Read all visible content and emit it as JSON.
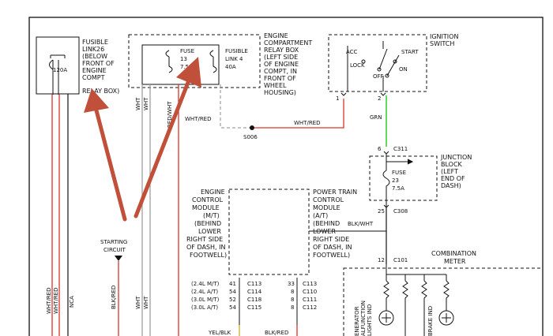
{
  "fusible_link_26": {
    "label": [
      "FUSIBLE",
      "LINK26",
      "(BELOW",
      "FRONT OF",
      "ENGINE",
      "COMPT",
      "RELAY BOX)"
    ],
    "rating": "120A"
  },
  "relay_box": {
    "label": [
      "ENGINE",
      "COMPARTMENT",
      "RELAY BOX",
      "(LEFT SIDE",
      "OF ENGINE",
      "COMPT, IN",
      "FRONT OF",
      "WHEEL",
      "HOUSING)"
    ],
    "fuse13": [
      "FUSE",
      "13",
      "7.5A"
    ],
    "link4": [
      "FUSIBLE",
      "LINK 4",
      "40A"
    ]
  },
  "ignition_switch": {
    "label": [
      "IGNITION",
      "SWITCH"
    ],
    "positions": {
      "acc": "ACC",
      "lock": "LOCK",
      "start": "START",
      "off": "OFF",
      "on": "ON"
    },
    "pins": [
      "1",
      "2"
    ]
  },
  "wires": {
    "wht": "WHT",
    "red_wht": "RED/WHT",
    "wht_red": "WHT/RED",
    "grn": "GRN",
    "blk_wht": "BLK/WHT",
    "wht_red_2": "WHT/RED",
    "nca": "NCA",
    "blk_red": "BLK/RED",
    "yel_blk": "YEL/BLK"
  },
  "splice": "S006",
  "junction_block": {
    "label": [
      "JUNCTION",
      "BLOCK",
      "(LEFT",
      "END OF",
      "DASH)"
    ],
    "fuse23": [
      "FUSE",
      "23",
      "7.5A"
    ],
    "pin_top": "6",
    "conn_top": "C311",
    "pin_bottom": "25",
    "conn_bottom": "C308"
  },
  "ecm": {
    "label": [
      "ENGINE",
      "CONTROL",
      "MODULE",
      "(M/T)",
      "(BEHIND",
      "LOWER",
      "RIGHT SIDE",
      "OF DASH, IN",
      "FOOTWELL)"
    ]
  },
  "pcm": {
    "label": [
      "POWER TRAIN",
      "CONTROL",
      "MODULE",
      "(A/T)",
      "(BEHIND",
      "LOWER",
      "RIGHT SIDE",
      "OF DASH, IN",
      "FOOTWELL)"
    ]
  },
  "pin_table": [
    {
      "variant": "(2.4L M/T)",
      "pin": "41",
      "conn": "C113",
      "pin2": "33",
      "conn2": "C113"
    },
    {
      "variant": "(2.4L A/T)",
      "pin": "54",
      "conn": "C114",
      "pin2": "8",
      "conn2": "C110"
    },
    {
      "variant": "(3.0L M/T)",
      "pin": "52",
      "conn": "C118",
      "pin2": "8",
      "conn2": "C111"
    },
    {
      "variant": "(3.0L A/T)",
      "pin": "54",
      "conn": "C115",
      "pin2": "8",
      "conn2": "C112"
    }
  ],
  "starting_circuit": [
    "STARTING",
    "CIRCUIT"
  ],
  "combination_meter": {
    "label": [
      "COMBINATION",
      "METER"
    ],
    "pin": "12",
    "conn": "C101",
    "generator_ind": [
      "ENERATOR",
      "ALFUNCTION",
      "LIGHTS IND"
    ],
    "brake_ind": "BRAKE IND"
  },
  "colors": {
    "red_wire": "#d9342b",
    "green_wire": "#3ccf3c",
    "gray_wire": "#a0a0a0",
    "arrow": "#c0503a",
    "line": "#111111"
  }
}
